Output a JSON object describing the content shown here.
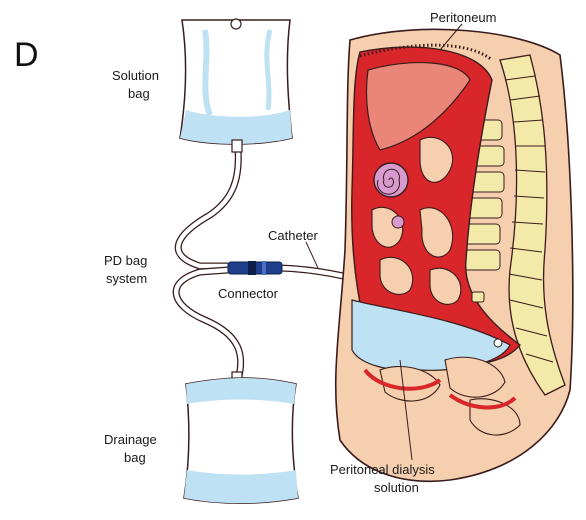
{
  "panel_letter": "D",
  "labels": {
    "peritoneum": "Peritoneum",
    "solution_bag_1": "Solution",
    "solution_bag_2": "bag",
    "pd_bag_1": "PD bag",
    "pd_bag_2": "system",
    "catheter": "Catheter",
    "connector": "Connector",
    "drainage_bag_1": "Drainage",
    "drainage_bag_2": "bag",
    "dialysis_1": "Peritoneal dialysis",
    "dialysis_2": "solution"
  },
  "colors": {
    "outline": "#3a1c1c",
    "tissue": "#f6cfae",
    "muscle_red": "#d8262b",
    "liver": "#e98677",
    "spine": "#f3e9a8",
    "fluid": "#bfe1f4",
    "connector": "#1f3e8c",
    "tube": "#ffffff"
  }
}
